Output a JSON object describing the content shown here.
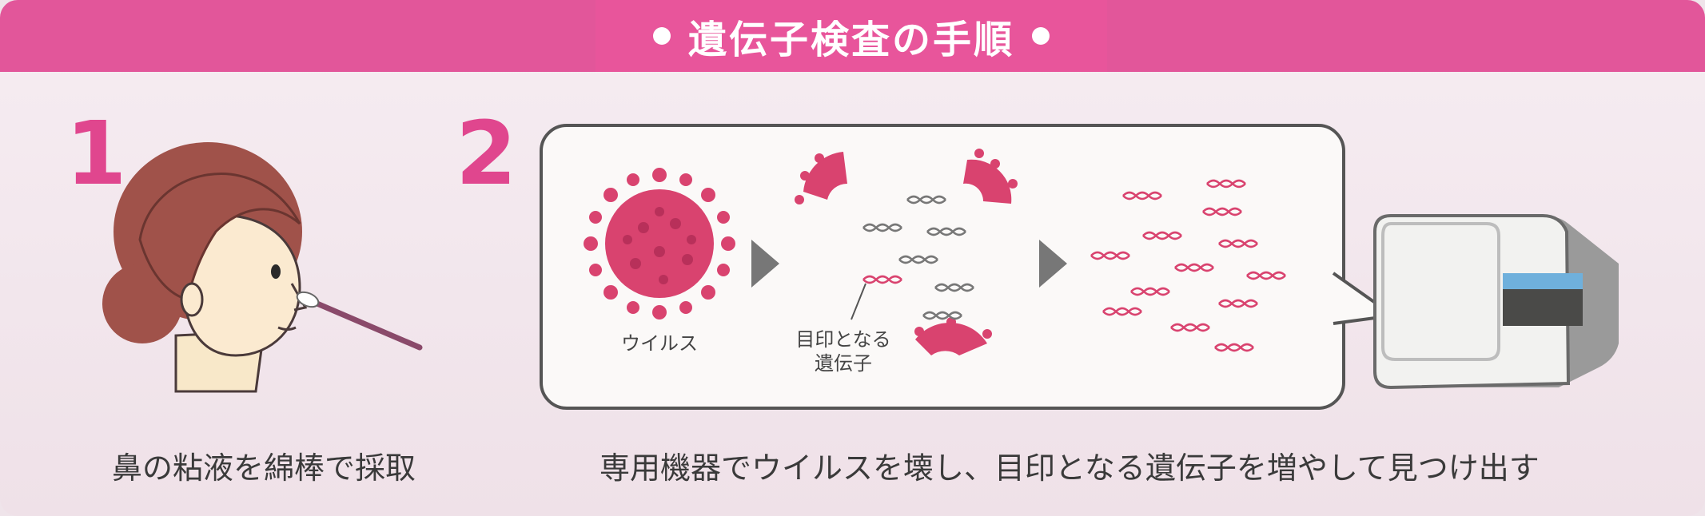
{
  "header": {
    "title": "遺伝子検査の手順"
  },
  "steps": [
    {
      "number": "1",
      "caption": "鼻の粘液を綿棒で採取"
    },
    {
      "number": "2",
      "caption": "専用機器でウイルスを壊し、目印となる遺伝子を増やして見つけ出す"
    }
  ],
  "labels": {
    "virus": "ウイルス",
    "marker_line1": "目印となる",
    "marker_line2": "遺伝子"
  },
  "colors": {
    "header": "#e2569a",
    "accent": "#e0468e",
    "virus": "#d9436f"
  }
}
